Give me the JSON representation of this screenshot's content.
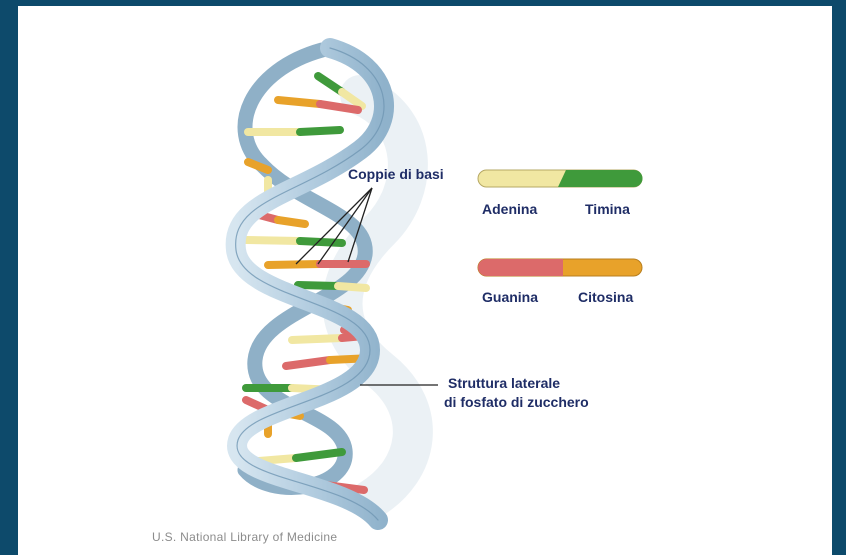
{
  "labels": {
    "base_pairs": "Coppie di basi",
    "backbone_line1": "Struttura laterale",
    "backbone_line2": "di fosfato di zucchero",
    "adenine": "Adenina",
    "thymine": "Timina",
    "guanine": "Guanina",
    "cytosine": "Citosina"
  },
  "credit": "U.S. National Library of Medicine",
  "colors": {
    "frame": "#0d4a6b",
    "backbone": "#bcd3e3",
    "backbone_edge": "#6f96b3",
    "adenine": "#f1e7a2",
    "thymine": "#3f9a3b",
    "guanine": "#dc6a6a",
    "cytosine": "#e8a22a",
    "label_text": "#1f2d66"
  },
  "legend": [
    {
      "left": "adenine",
      "right": "thymine"
    },
    {
      "left": "guanine",
      "right": "cytosine"
    }
  ]
}
